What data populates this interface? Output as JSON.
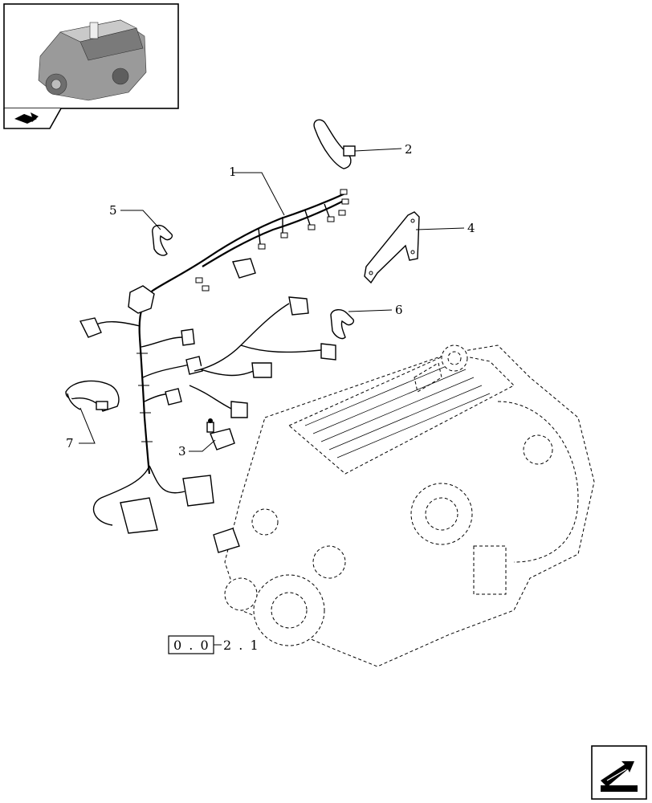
{
  "callouts": [
    {
      "id": "1",
      "label": "1"
    },
    {
      "id": "2",
      "label": "2"
    },
    {
      "id": "3",
      "label": "3"
    },
    {
      "id": "4",
      "label": "4"
    },
    {
      "id": "5",
      "label": "5"
    },
    {
      "id": "6",
      "label": "6"
    },
    {
      "id": "7",
      "label": "7"
    }
  ],
  "reference": {
    "boxed": "0 . 0",
    "suffix": "2 . 1"
  },
  "icons": {
    "thumbnail": "engine-thumbnail-icon",
    "section_tab": "book-arrow-icon",
    "next_page": "next-page-arrow-icon"
  }
}
